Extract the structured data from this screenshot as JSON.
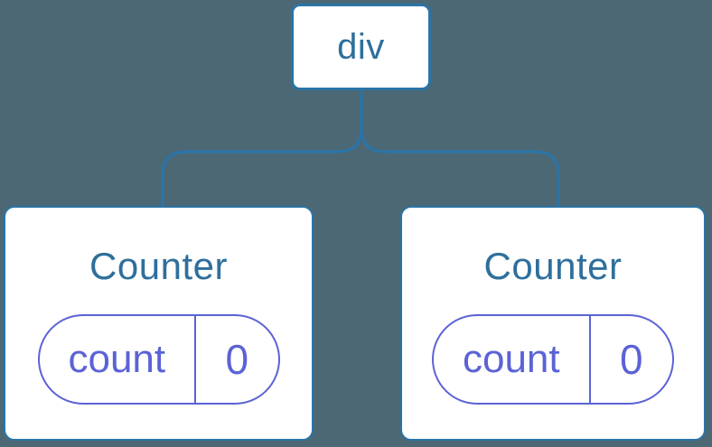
{
  "diagram": {
    "description": "component-tree-diagram",
    "root": {
      "label": "div"
    },
    "children": [
      {
        "title": "Counter",
        "state": [
          {
            "key": "count",
            "value": "0"
          }
        ]
      },
      {
        "title": "Counter",
        "state": [
          {
            "key": "count",
            "value": "0"
          }
        ]
      }
    ],
    "colors": {
      "background": "#4b6874",
      "node_fill": "#ffffff",
      "node_border_blue": "#2b74a7",
      "node_text_blue": "#2e6f9c",
      "state_purple": "#5b63d6"
    }
  }
}
